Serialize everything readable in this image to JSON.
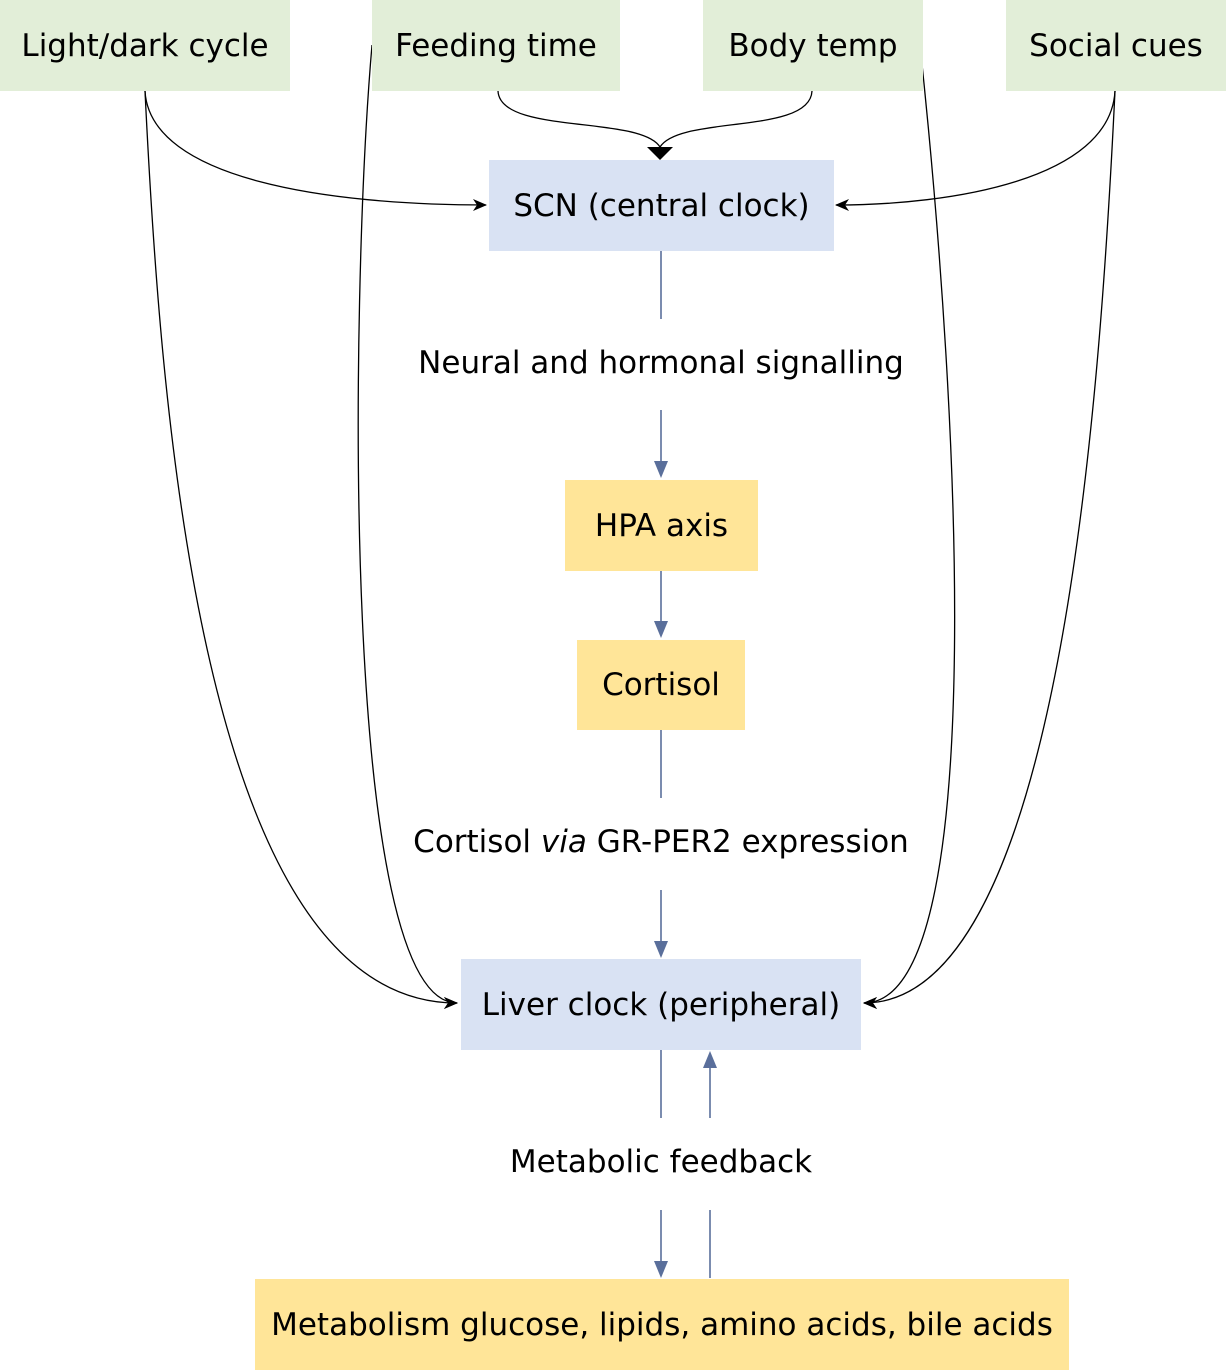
{
  "inputs": [
    {
      "label": "Light/dark cycle"
    },
    {
      "label": "Feeding time"
    },
    {
      "label": "Body temp"
    },
    {
      "label": "Social cues"
    }
  ],
  "nodes": {
    "scn": "SCN (central clock)",
    "hpa": "HPA axis",
    "cortisol": "Cortisol",
    "liver": "Liver clock (peripheral)",
    "metabolism": "Metabolism glucose, lipids, amino acids, bile acids"
  },
  "edge_labels": {
    "neural": "Neural and hormonal signalling",
    "cortisol_via_prefix": "Cortisol ",
    "cortisol_via_italic": "via",
    "cortisol_via_suffix": " GR-PER2 expression",
    "metabolic": "Metabolic feedback"
  },
  "colors": {
    "input_fill": "#e2eed8",
    "clock_fill": "#d9e2f3",
    "hormone_fill": "#ffe598",
    "flow_stroke": "#5a6f9b"
  }
}
